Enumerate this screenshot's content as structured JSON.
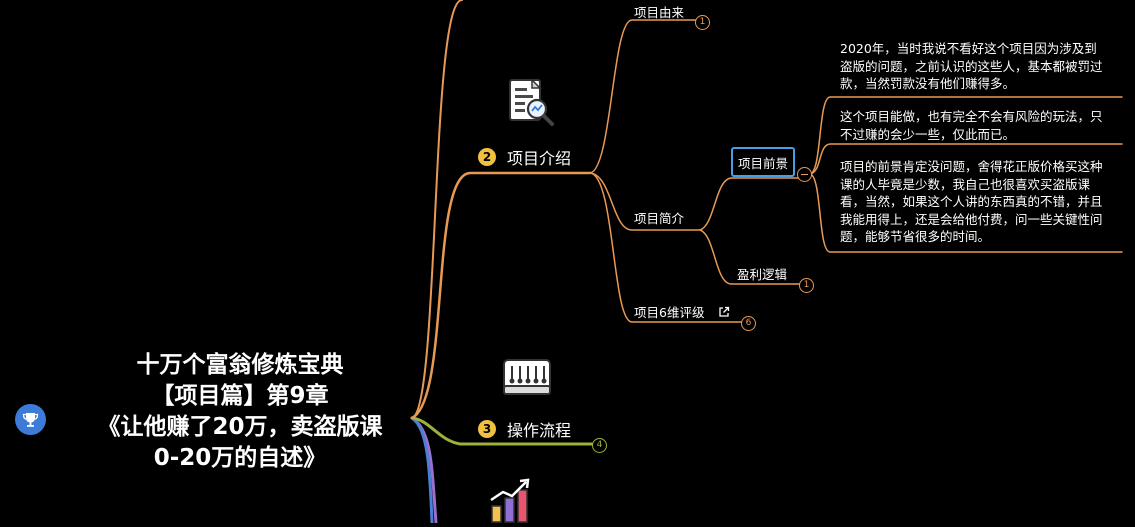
{
  "root": {
    "title_lines": [
      "十万个富翁修炼宝典",
      "【项目篇】第9章",
      "《让他赚了20万，卖盗版课",
      "0-20万的自述》"
    ]
  },
  "branches": [
    {
      "num": "2",
      "label": "项目介绍",
      "color": "#e89a54",
      "icon": "document-magnifier-icon"
    },
    {
      "num": "3",
      "label": "操作流程",
      "color": "#9bb13c",
      "icon": "workflow-icon"
    },
    {
      "icon": "growth-chart-icon"
    }
  ],
  "nodes": {
    "origin": {
      "label": "项目由来",
      "badge": "1"
    },
    "brief": {
      "label": "项目简介"
    },
    "prospect": {
      "label": "项目前景"
    },
    "profit": {
      "label": "盈利逻辑",
      "badge": "1"
    },
    "rating": {
      "label": "项目6维评级",
      "badge": "6"
    },
    "process_badge": "4"
  },
  "notes": [
    "2020年，当时我说不看好这个项目因为涉及到盗版的问题，之前认识的这些人，基本都被罚过款，当然罚款没有他们赚得多。",
    "这个项目能做，也有完全不会有风险的玩法，只不过赚的会少一些，仅此而已。",
    "项目的前景肯定没问题，舍得花正版价格买这种课的人毕竟是少数，我自己也很喜欢买盗版课看，当然，如果这个人讲的东西真的不错，并且我能用得上，还是会给他付费，问一些关键性问题，能够节省很多的时间。"
  ],
  "notes_lines": [
    [
      "2020年，当时我说不看好这个项目因为涉及到",
      "盗版的问题，之前认识的这些人，基本都被罚过",
      "款，当然罚款没有他们赚得多。"
    ],
    [
      "这个项目能做，也有完全不会有风险的玩法，只",
      "不过赚的会少一些，仅此而已。"
    ],
    [
      "项目的前景肯定没问题，舍得花正版价格买这种",
      "课的人毕竟是少数，我自己也很喜欢买盗版课",
      "看，当然，如果这个人讲的东西真的不错，并且",
      "我能用得上，还是会给他付费，问一些关键性问",
      "题，能够节省很多的时间。"
    ]
  ],
  "colors": {
    "background": "#000000",
    "branch_orange": "#e89a54",
    "branch_green": "#9bb13c",
    "branch_blue": "#4a7fd4",
    "branch_purple": "#9b6fd0",
    "selection": "#4a9ee8",
    "root_icon": "#3d7bd9"
  }
}
